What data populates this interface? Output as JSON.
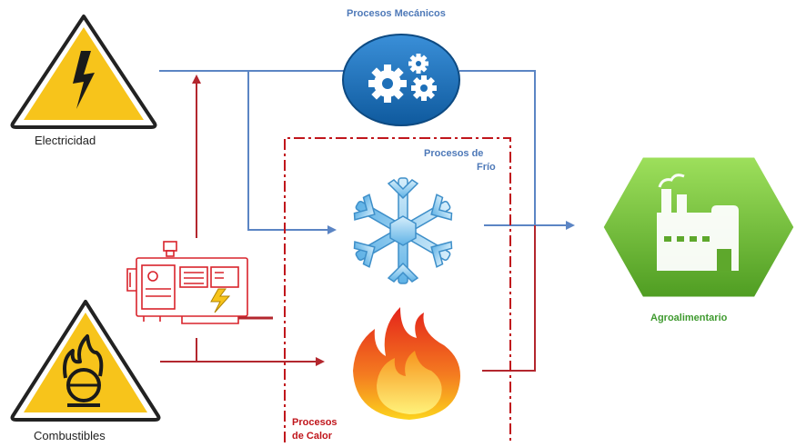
{
  "labels": {
    "electricidad": "Electricidad",
    "combustibles": "Combustibles",
    "mecanicos": "Procesos Mecánicos",
    "frio_line1": "Procesos de",
    "frio_line2": "Frío",
    "calor_line1": "Procesos",
    "calor_line2": "de Calor",
    "agro": "Agroalimentario"
  },
  "colors": {
    "electric_line": "#5b85c4",
    "fuel_line": "#b3272e",
    "dashed_box": "#c0161c",
    "warning_yellow": "#f7c41b",
    "gear_blue": "#1d6fb8",
    "snow_blue": "#7ec3ea",
    "agro_green": "#76c23b",
    "text_blue": "#4e79b8",
    "text_red": "#c0161c",
    "text_green": "#3f9a2f"
  },
  "icons": {
    "electricidad": "high-voltage-warning-icon",
    "combustibles": "flammable-warning-icon",
    "mecanicos": "gears-icon",
    "frio": "snowflake-icon",
    "calor": "flame-icon",
    "cogeneracion": "generator-icon",
    "agro": "factory-icon"
  }
}
